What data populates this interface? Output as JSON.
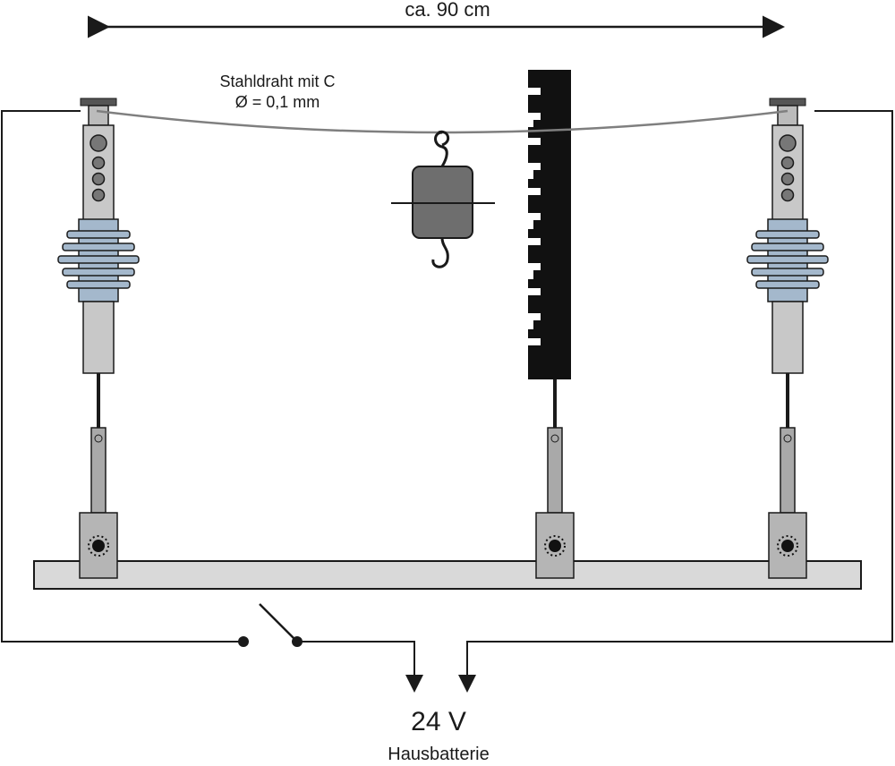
{
  "labels": {
    "distance": "ca. 90 cm",
    "wire_line1": "Stahldraht mit C",
    "wire_line2": "Ø = 0,1 mm",
    "voltage": "24 V",
    "battery": "Hausbatterie"
  },
  "colors": {
    "line": "#1a1a1a",
    "wire": "#7f7f7f",
    "post_gray": "#c8c8c8",
    "insulator_blue": "#a4b8cc",
    "weight_gray": "#6e6e6e",
    "base_gray": "#d9d9d9",
    "scale_black": "#111111"
  }
}
